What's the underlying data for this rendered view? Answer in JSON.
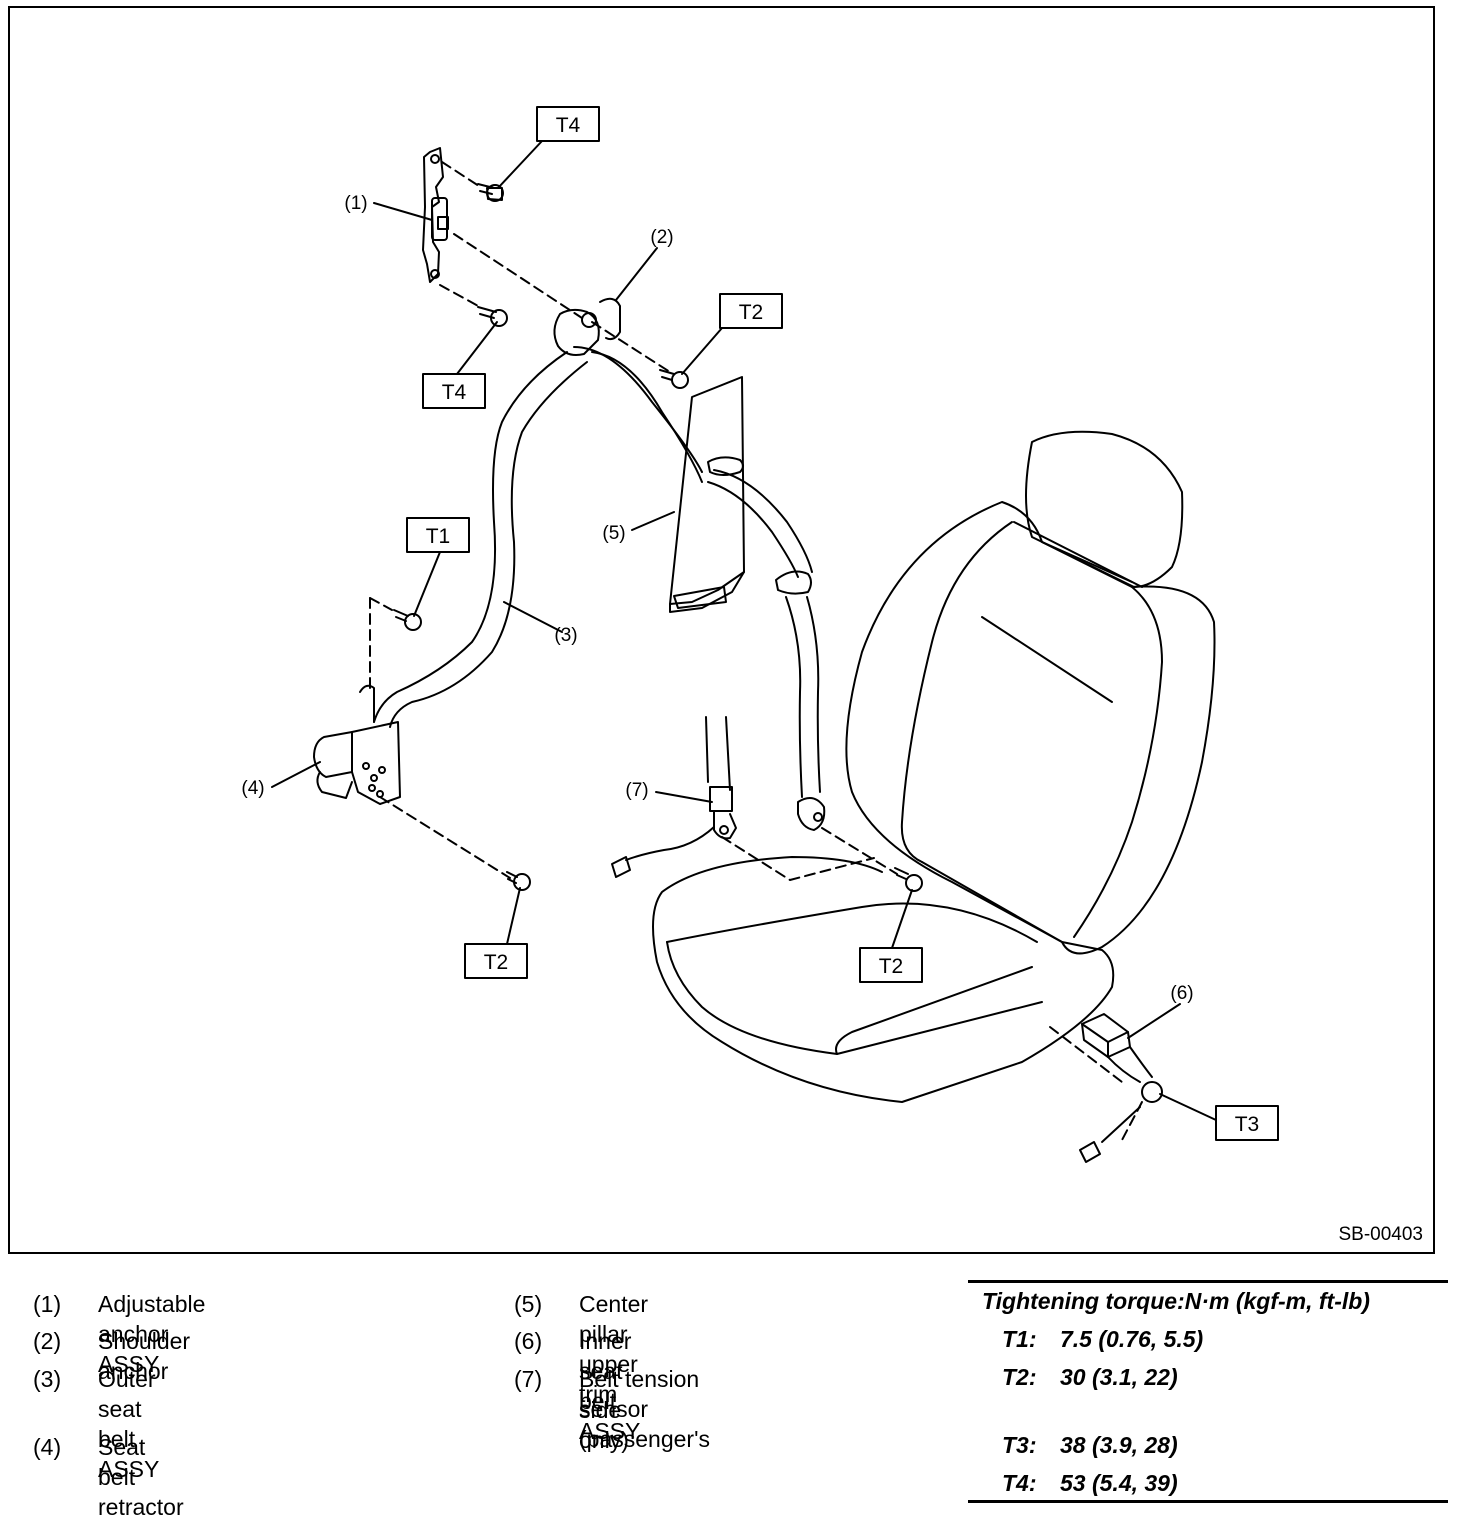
{
  "figure_id": "SB-00403",
  "callouts": {
    "c1": "(1)",
    "c2": "(2)",
    "c3": "(3)",
    "c4": "(4)",
    "c5": "(5)",
    "c6": "(6)",
    "c7": "(7)"
  },
  "torque_tags": {
    "t4_top": "T4",
    "t4_mid": "T4",
    "t2_top": "T2",
    "t1": "T1",
    "t2_bottom_left": "T2",
    "t2_seat": "T2",
    "t3": "T3"
  },
  "parts": [
    {
      "num": "(1)",
      "name": "Adjustable anchor ASSY"
    },
    {
      "num": "(2)",
      "name": "Shoulder anchor"
    },
    {
      "num": "(3)",
      "name": "Outer seat belt ASSY"
    },
    {
      "num": "(4)",
      "name": "Seat belt retractor"
    },
    {
      "num": "(5)",
      "name": "Center pillar upper trim"
    },
    {
      "num": "(6)",
      "name": "Inner seat belt ASSY"
    },
    {
      "num": "(7)",
      "name": "Belt tension sensor (passenger's",
      "name_line2": "side only)"
    }
  ],
  "torque": {
    "header": "Tightening torque:N·m (kgf-m, ft-lb)",
    "rows": [
      {
        "code": "T1:",
        "value": "7.5 (0.76, 5.5)"
      },
      {
        "code": "T2:",
        "value": "30 (3.1, 22)"
      },
      {
        "code": "T3:",
        "value": "38 (3.9, 28)"
      },
      {
        "code": "T4:",
        "value": "53 (5.4, 39)"
      }
    ]
  }
}
